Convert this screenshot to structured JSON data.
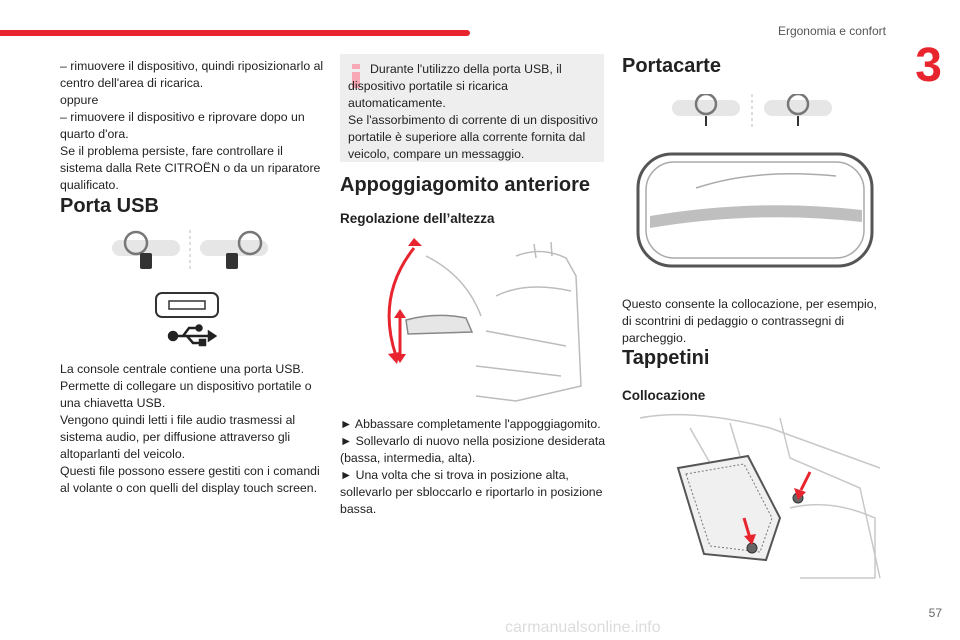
{
  "header": {
    "chapter_title": "Ergonomia e confort",
    "chapter_number": "3",
    "page_number": "57"
  },
  "col1": {
    "lines": [
      "– rimuovere il dispositivo, quindi riposizionarlo al",
      "centro dell'area di ricarica.",
      "oppure",
      "– rimuovere il dispositivo e riprovare dopo un",
      "quarto d'ora.",
      "Se il problema persiste, fare controllare il",
      "sistema dalla Rete CITROËN o da un riparatore",
      "qualificato."
    ],
    "usb_heading": "Porta USB",
    "usb_text_lines": [
      "La console centrale contiene una porta USB.",
      "Permette di collegare un dispositivo portatile o",
      "una chiavetta USB.",
      "Vengono quindi letti i file audio trasmessi al",
      "sistema audio, per diffusione attraverso gli",
      "altoparlanti del veicolo.",
      "Questi file possono essere gestiti con i comandi",
      "al volante o con quelli del display touch screen."
    ]
  },
  "col2": {
    "info_lines": [
      "Durante l'utilizzo della porta USB, il",
      "dispositivo portatile si ricarica",
      "automaticamente.",
      "Se l'assorbimento di corrente di un dispositivo",
      "portatile è superiore alla corrente fornita dal",
      "veicolo, compare un messaggio."
    ],
    "armrest_heading": "Appoggiagomito anteriore",
    "height_subheading": "Regolazione dell’altezza",
    "steps_lines": [
      "► Abbassare completamente l'appoggiagomito.",
      "► Sollevarlo di nuovo nella posizione desiderata",
      "(bassa, intermedia, alta).",
      "► Una volta che si trova in posizione alta,",
      "sollevarlo per sbloccarlo e riportarlo in posizione",
      "bassa."
    ]
  },
  "col3": {
    "portacarte_heading": "Portacarte",
    "portacarte_text_lines": [
      "Questo consente la collocazione, per esempio,",
      "di scontrini di pedaggio o contrassegni di",
      "parcheggio."
    ],
    "tappetini_heading": "Tappetini",
    "collocazione_subheading": "Collocazione"
  },
  "footer": {
    "watermark": "carmanualsonline.info"
  },
  "colors": {
    "accent": "#e8242f",
    "info_box": "#eeeeee"
  },
  "icons": [
    "steering-wheel-icon",
    "usb-symbol-icon",
    "info-icon"
  ]
}
